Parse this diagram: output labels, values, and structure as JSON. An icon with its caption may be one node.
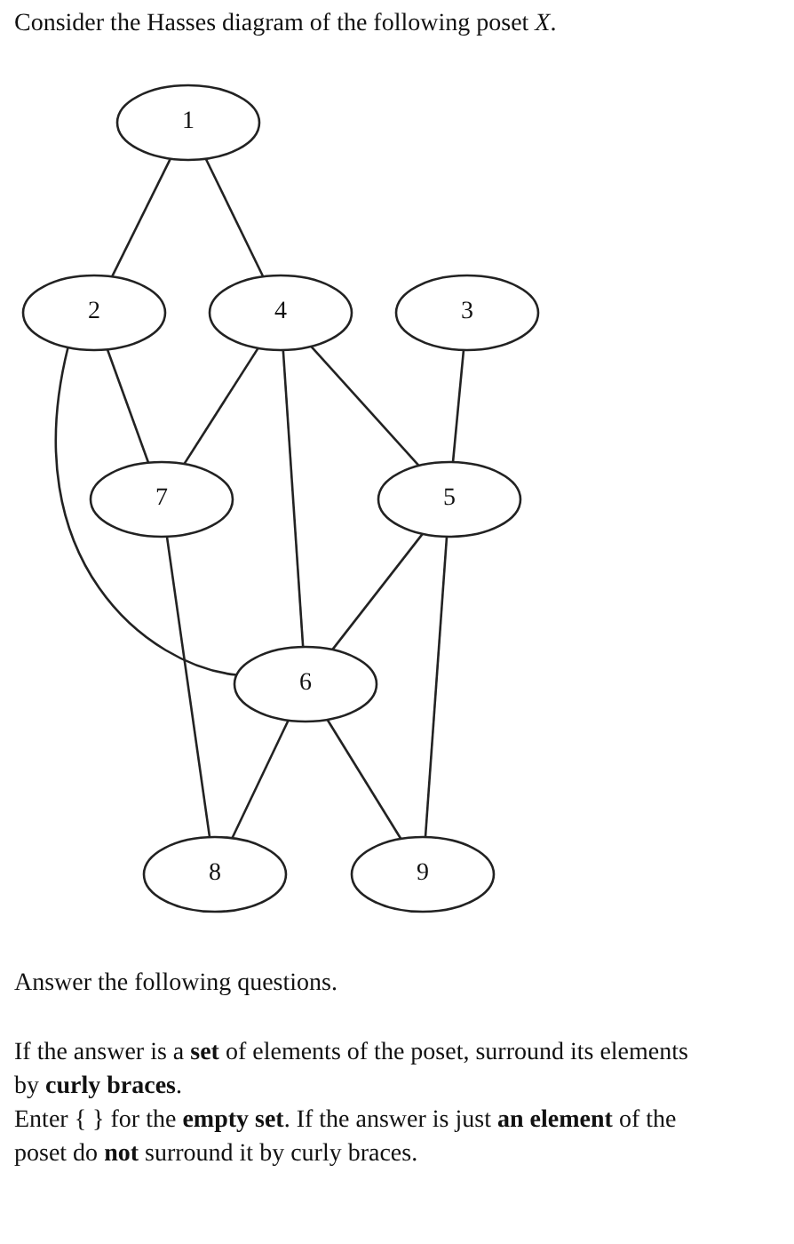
{
  "diagram": {
    "title": "Consider the Hasses diagram of the following poset *X*.",
    "nodes": [
      {
        "text": [
          "1"
        ]
      },
      {
        "text": [
          "2"
        ]
      },
      {
        "text": [
          "4"
        ]
      },
      {
        "text": [
          "3"
        ]
      },
      {
        "text": [
          "7"
        ]
      },
      {
        "text": [
          "5"
        ]
      },
      {
        "text": [
          "6"
        ]
      },
      {
        "text": [
          "8"
        ]
      },
      {
        "text": [
          "9"
        ]
      }
    ],
    "edges": [
      {
        "from": 0,
        "to": 1,
        "arrow": "none"
      },
      {
        "from": 0,
        "to": 2,
        "arrow": "none"
      },
      {
        "from": 1,
        "to": 4,
        "arrow": "none"
      },
      {
        "from": 1,
        "to": 6,
        "arrow": "none"
      },
      {
        "from": 2,
        "to": 4,
        "arrow": "none"
      },
      {
        "from": 2,
        "to": 6,
        "arrow": "none"
      },
      {
        "from": 2,
        "to": 5,
        "arrow": "none"
      },
      {
        "from": 3,
        "to": 5,
        "arrow": "none"
      },
      {
        "from": 4,
        "to": 7,
        "arrow": "none"
      },
      {
        "from": 5,
        "to": 6,
        "arrow": "none"
      },
      {
        "from": 5,
        "to": 8,
        "arrow": "none"
      },
      {
        "from": 6,
        "to": 7,
        "arrow": "none"
      },
      {
        "from": 6,
        "to": 8,
        "arrow": "none"
      }
    ],
    "labels": [
      "Answer the following questions.",
      "If the answer is a **set** of elements of the poset, surround its elements by **curly braces**.",
      "Enter { } for the **empty set**. If the answer is just **an element** of the poset do **not** surround it by curly braces."
    ]
  }
}
